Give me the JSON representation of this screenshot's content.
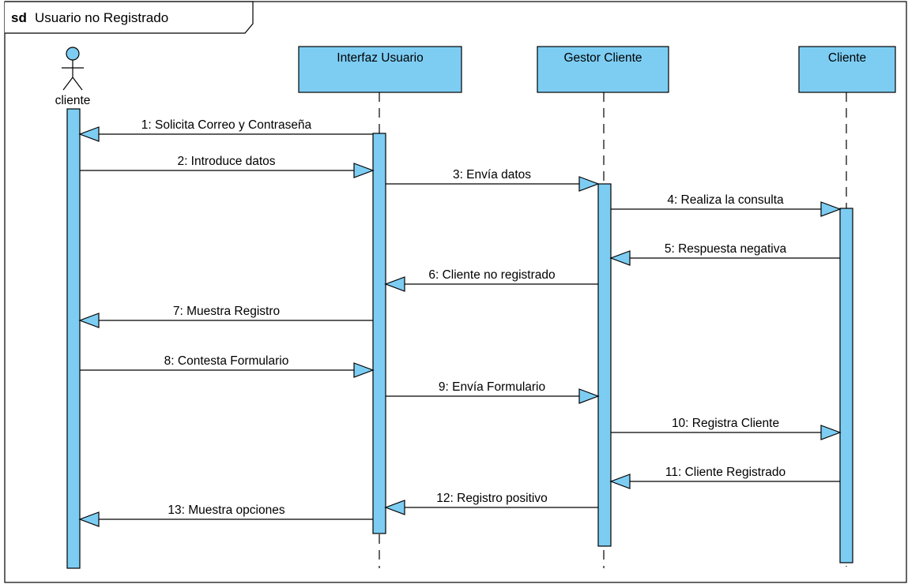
{
  "frame": {
    "keyword": "sd",
    "title": "Usuario no Registrado"
  },
  "colors": {
    "fill": "#7dcdf3",
    "stroke": "#000000",
    "background": "#ffffff"
  },
  "actor": {
    "name": "cliente",
    "icon": "stick-figure-icon"
  },
  "lifelines": [
    {
      "id": "interfaz",
      "label": "Interfaz Usuario"
    },
    {
      "id": "gestor",
      "label": "Gestor Cliente"
    },
    {
      "id": "cliente-obj",
      "label": "Cliente"
    }
  ],
  "messages": [
    {
      "n": 1,
      "text": "1: Solicita Correo y Contraseña",
      "from": "interfaz",
      "to": "actor"
    },
    {
      "n": 2,
      "text": "2: Introduce datos",
      "from": "actor",
      "to": "interfaz"
    },
    {
      "n": 3,
      "text": "3: Envía datos",
      "from": "interfaz",
      "to": "gestor"
    },
    {
      "n": 4,
      "text": "4: Realiza la consulta",
      "from": "gestor",
      "to": "cliente-obj"
    },
    {
      "n": 5,
      "text": "5: Respuesta negativa",
      "from": "cliente-obj",
      "to": "gestor"
    },
    {
      "n": 6,
      "text": "6: Cliente no registrado",
      "from": "gestor",
      "to": "interfaz"
    },
    {
      "n": 7,
      "text": "7: Muestra Registro",
      "from": "interfaz",
      "to": "actor"
    },
    {
      "n": 8,
      "text": "8: Contesta Formulario",
      "from": "actor",
      "to": "interfaz"
    },
    {
      "n": 9,
      "text": "9: Envía Formulario",
      "from": "interfaz",
      "to": "gestor"
    },
    {
      "n": 10,
      "text": "10: Registra Cliente",
      "from": "gestor",
      "to": "cliente-obj"
    },
    {
      "n": 11,
      "text": "11: Cliente Registrado",
      "from": "cliente-obj",
      "to": "gestor"
    },
    {
      "n": 12,
      "text": "12: Registro positivo",
      "from": "gestor",
      "to": "interfaz"
    },
    {
      "n": 13,
      "text": "13: Muestra opciones",
      "from": "interfaz",
      "to": "actor"
    }
  ]
}
